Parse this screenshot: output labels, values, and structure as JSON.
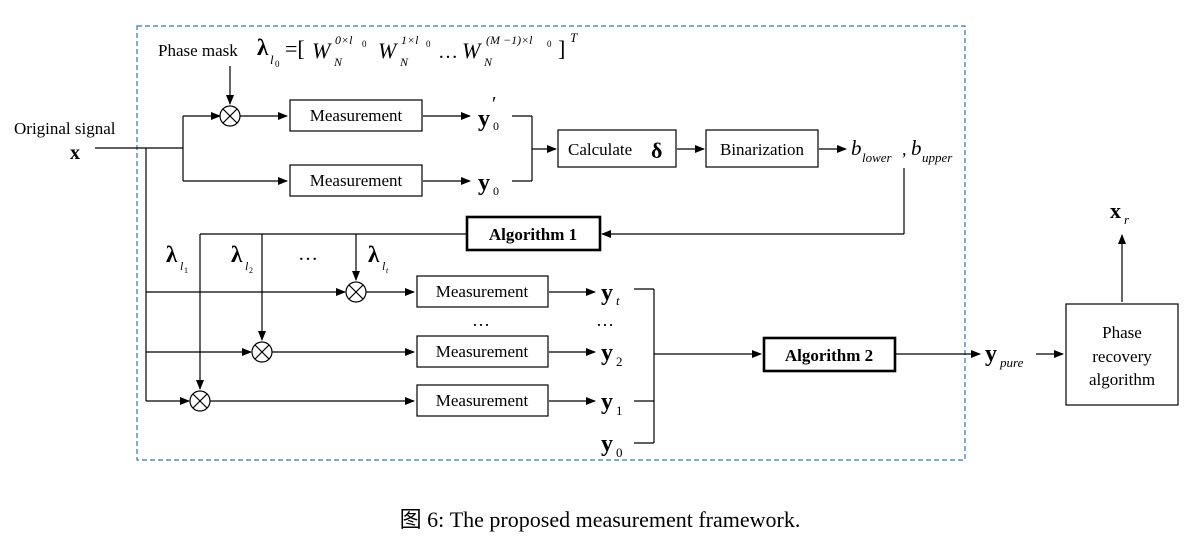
{
  "figure": {
    "caption": "图 6: The proposed measurement framework.",
    "phase_mask": {
      "label": "Phase mask",
      "lambda": "λ",
      "lambda_sub": "l",
      "lambda_sub0": "0",
      "equals": "=[",
      "w": "W",
      "w_sub": "N",
      "sup1": "0×l",
      "sup1b": "0",
      "sup2": "1×l",
      "sup2b": "0",
      "ellipsis": "…",
      "sup3": "(M −1)×l",
      "sup3b": "0",
      "close": "]",
      "transpose": "T"
    },
    "input": {
      "label": "Original signal",
      "symbol": "x"
    },
    "boxes": {
      "measurement": "Measurement",
      "calculate": "Calculate",
      "delta": "δ",
      "binarization": "Binarization",
      "algorithm1": "Algorithm 1",
      "algorithm2": "Algorithm 2",
      "phase_recovery": [
        "Phase",
        "recovery",
        "algorithm"
      ]
    },
    "symbols": {
      "y": "y",
      "prime": "′",
      "b": "b",
      "lower": "lower",
      "upper": "upper",
      "comma": ",",
      "lambda": "λ",
      "l": "l",
      "sub1": "1",
      "sub2": "2",
      "subt": "t",
      "ellipsis": "…",
      "dots": "…",
      "t": "t",
      "two": "2",
      "one": "1",
      "zero": "0",
      "pure": "pure",
      "x": "x",
      "r": "r"
    }
  }
}
